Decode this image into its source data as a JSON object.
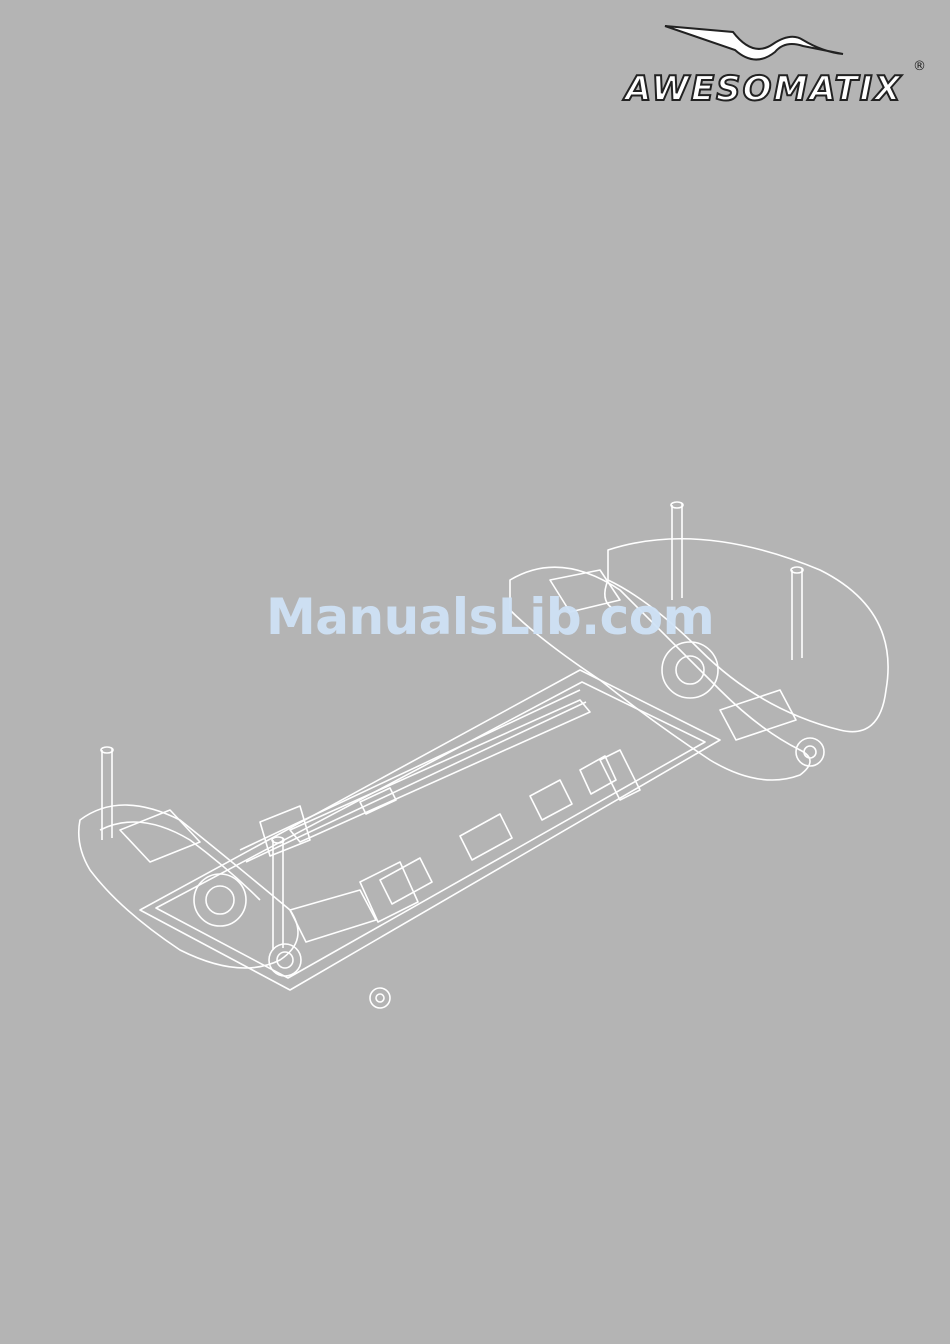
{
  "brand": {
    "logo_text": "AWESOMATIX",
    "trademark": "®"
  },
  "watermark": {
    "text": "ManualsLib.com"
  },
  "illustration": {
    "icon": "rc-car-chassis-drawing"
  }
}
